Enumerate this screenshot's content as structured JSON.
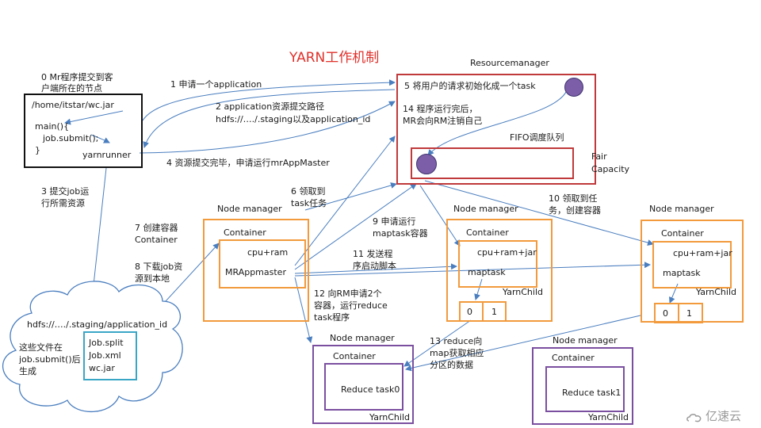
{
  "title": "YARN工作机制",
  "colors": {
    "title": "#e0302a",
    "rm": "#c0393b",
    "nm": "#f29a3c",
    "reduce": "#7b4fa0",
    "files": "#3aa6c6",
    "arrow": "#4a7ebf",
    "task_dot": "#7b5ea7"
  },
  "client": {
    "caption_l1": "0 Mr程序提交到客",
    "caption_l2": "户端所在的节点",
    "path": "/home/itstar/wc.jar",
    "code_l1": "main(){",
    "code_l2": "job.submit();",
    "code_l3": "}",
    "runner": "yarnrunner"
  },
  "resourcemanager": {
    "label": "Resourcemanager",
    "init_task": "5 将用户的请求初始化成一个task",
    "finish_l1": "14 程序运行完后，",
    "finish_l2": "MR会向RM注销自己",
    "fifo": "FIFO调度队列",
    "fair": "Fair",
    "capacity": "Capacity"
  },
  "steps": {
    "s1": "1 申请一个application",
    "s2_l1": "2 application资源提交路径",
    "s2_l2": "hdfs://…./.staging以及application_id",
    "s3_l1": "3 提交job运",
    "s3_l2": "行所需资源",
    "s4": "4 资源提交完毕，申请运行mrAppMaster",
    "s6_l1": "6 领取到",
    "s6_l2": "task任务",
    "s7_l1": "7 创建容器",
    "s7_l2": "Container",
    "s8_l1": "8 下载job资",
    "s8_l2": "源到本地",
    "s9_l1": "9 申请运行",
    "s9_l2": "maptask容器",
    "s10_l1": "10 领取到任",
    "s10_l2": "务，创建容器",
    "s11_l1": "11 发送程",
    "s11_l2": "序启动脚本",
    "s12_l1": "12 向RM申请2个",
    "s12_l2": "容器，运行reduce",
    "s12_l3": "task程序",
    "s13_l1": "13 reduce向",
    "s13_l2": "map获取相应",
    "s13_l3": "分区的数据"
  },
  "hdfs": {
    "path": "hdfs://…./.staging/application_id",
    "note_l1": "这些文件在",
    "note_l2": "job.submit()后",
    "note_l3": "生成",
    "files": [
      "Job.split",
      "Job.xml",
      "wc.jar"
    ]
  },
  "nm1": {
    "label": "Node manager",
    "container": "Container",
    "resources": "cpu+ram",
    "app": "MRAppmaster"
  },
  "nm2": {
    "label": "Node manager",
    "container": "Container",
    "resources": "cpu+ram+jar",
    "task": "maptask",
    "child": "YarnChild",
    "p0": "0",
    "p1": "1"
  },
  "nm3": {
    "label": "Node manager",
    "container": "Container",
    "resources": "cpu+ram+jar",
    "task": "maptask",
    "child": "YarnChild",
    "p0": "0",
    "p1": "1"
  },
  "nm4": {
    "label": "Node manager",
    "container": "Container",
    "task": "Reduce task0",
    "child": "YarnChild"
  },
  "nm5": {
    "label": "Node manager",
    "container": "Container",
    "task": "Reduce task1",
    "child": "YarnChild"
  },
  "watermark": "亿速云"
}
